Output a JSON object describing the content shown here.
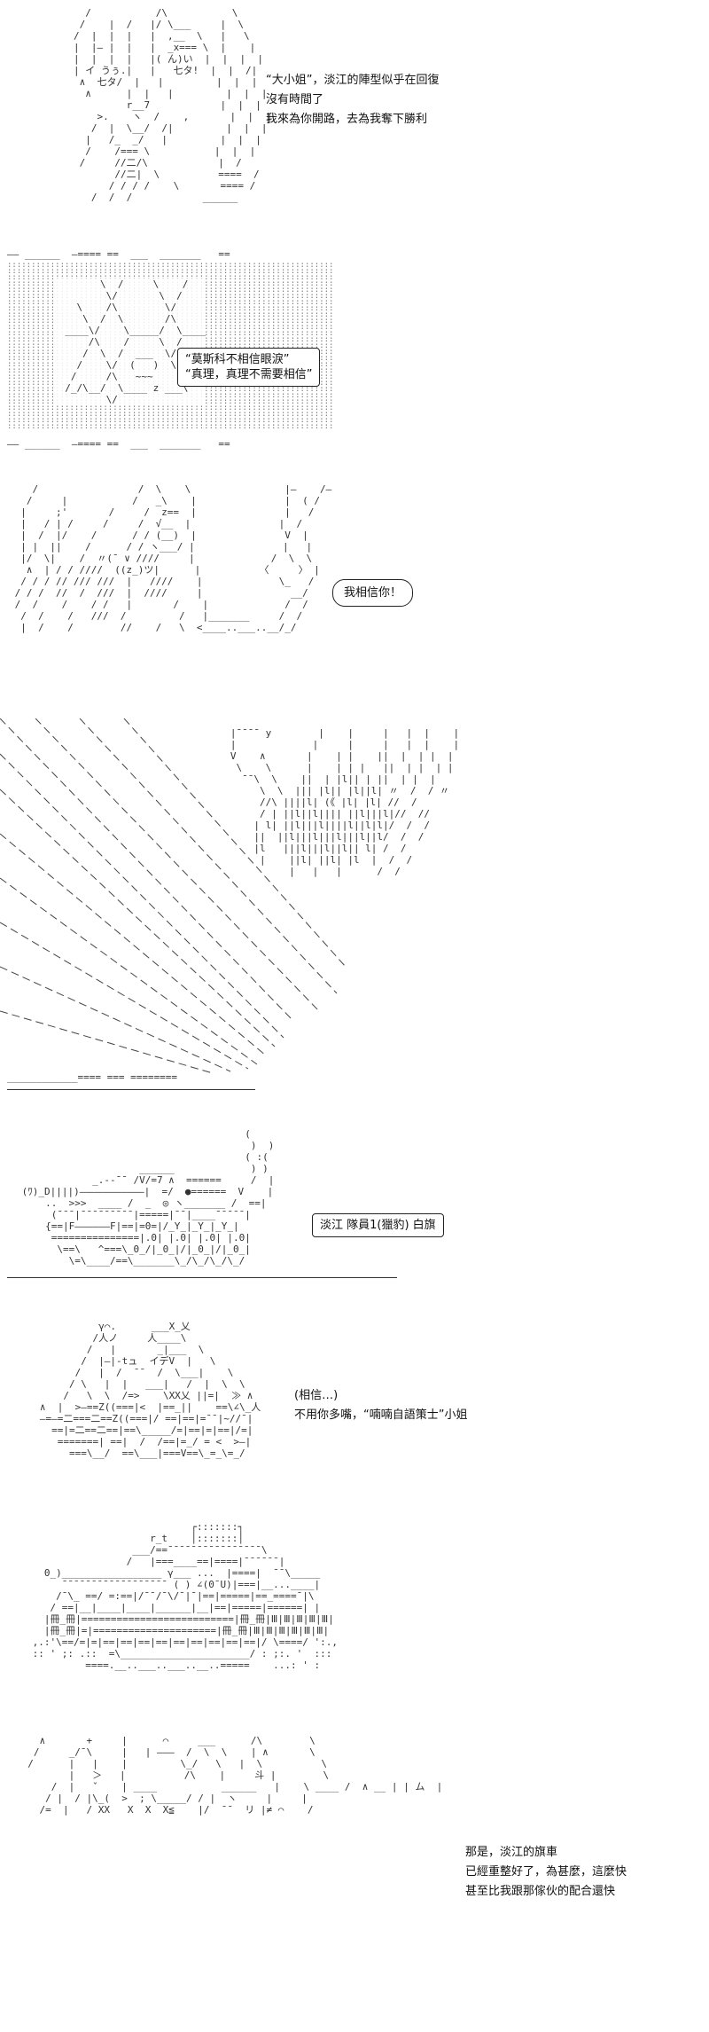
{
  "panels": [
    {
      "id": "p1",
      "lines": [
        "“大小姐”，淡江的陣型似乎在回復",
        "沒有時間了",
        "我來為你開路，去為我奪下勝利"
      ]
    },
    {
      "id": "p2",
      "lines": [
        "“莫斯科不相信眼淚”",
        "“真理，真理不需要相信”"
      ]
    },
    {
      "id": "p3",
      "lines": [
        "我相信你！"
      ]
    },
    {
      "id": "p5",
      "lines": [
        "淡江 隊員1(獵豹) 白旗"
      ]
    },
    {
      "id": "p6",
      "lines": [
        "(相信…)",
        "不用你多嘴，“喃喃自語策士”小姐"
      ]
    },
    {
      "id": "p8",
      "lines": [
        "那是，淡江的旗車",
        "已經重整好了，為甚麼，這麼快",
        "甚至比我跟那傢伙的配合還快"
      ]
    }
  ]
}
